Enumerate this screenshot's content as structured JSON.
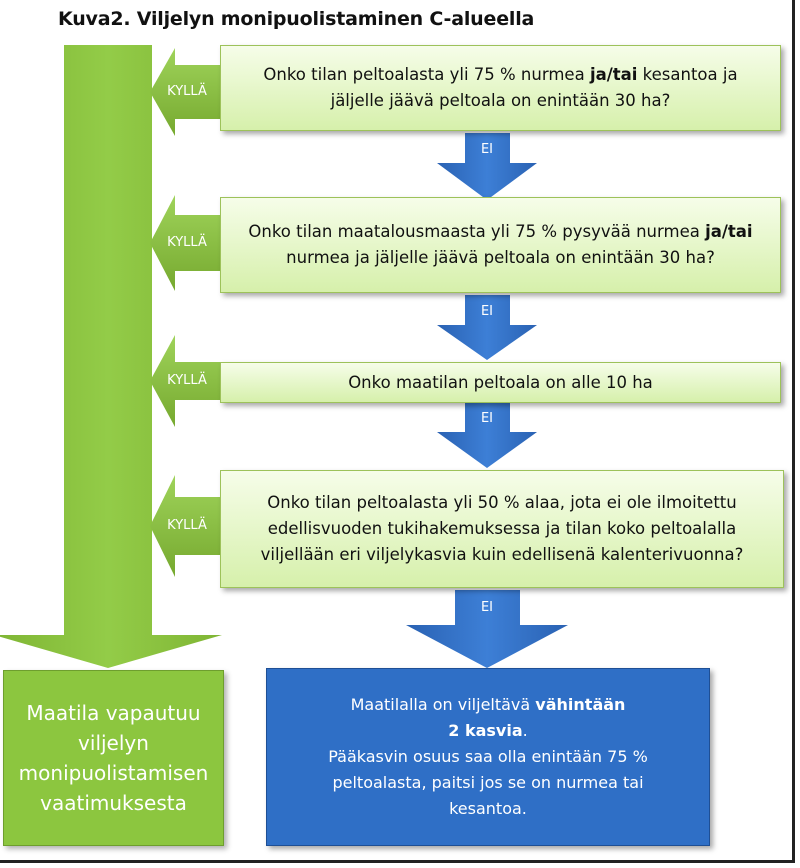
{
  "title": "Kuva2. Viljelyn monipuolistaminen C-alueella",
  "yes_label": "KYLLÄ",
  "no_label": "EI",
  "questions": [
    {
      "line1_pre": "Onko tilan peltoalasta yli 75 % nurmea ",
      "line1_bold": "ja/tai",
      "line1_post": " kesantoa ja",
      "line2": "jäljelle jäävä peltoala on enintään 30 ha?"
    },
    {
      "line1_pre": "Onko tilan maatalousmaasta yli 75 % pysyvää nurmea ",
      "line1_bold": "ja/tai",
      "line1_post": "",
      "line2": "nurmea ja jäljelle jäävä peltoala on enintään 30 ha?"
    },
    {
      "text": "Onko maatilan peltoala on alle 10 ha"
    },
    {
      "line1": "Onko tilan peltoalasta yli 50 % alaa, jota ei ole ilmoitettu",
      "line2": "edellisvuoden tukihakemuksessa ja tilan koko peltoalalla",
      "line3": "viljellään eri viljelykasvia kuin edellisenä kalenterivuonna?"
    }
  ],
  "result_exempt": {
    "line1": "Maatila vapautuu",
    "line2": "viljelyn",
    "line3": "monipuolistamisen",
    "line4": "vaatimuksesta"
  },
  "result_requirement": {
    "line1_pre": "Maatilalla on viljeltävä ",
    "line1_bold": "vähintään",
    "line2_bold": "2 kasvia",
    "line2_post": ".",
    "line3": "Pääkasvin osuus saa olla enintään 75 %",
    "line4": "peltoalasta, paitsi jos se on nurmea tai",
    "line5": "kesantoa."
  },
  "colors": {
    "green_arrow": "#8cc63f",
    "box_fill": "#e4f5c6",
    "blue_arrow": "#2f6fc6",
    "blue_box": "#2f6fc6"
  }
}
